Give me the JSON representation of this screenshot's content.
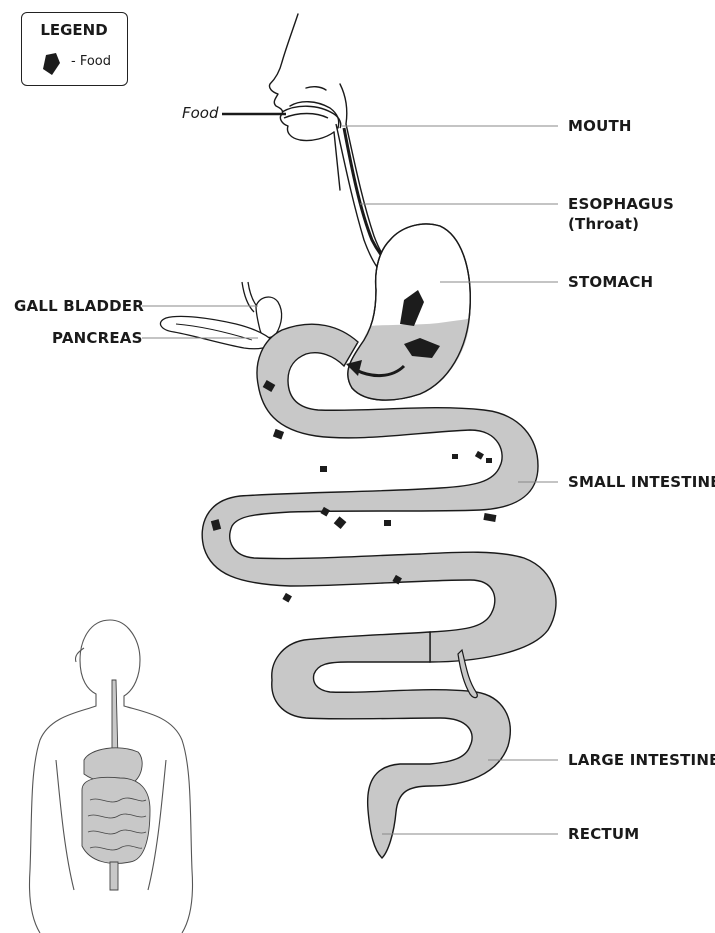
{
  "legend": {
    "title": "LEGEND",
    "item_label": "- Food",
    "item_icon": "food-piece-icon"
  },
  "food_input_label": "Food",
  "labels": {
    "mouth": "MOUTH",
    "esophagus": "ESOPHAGUS",
    "esophagus_sub": "(Throat)",
    "stomach": "STOMACH",
    "gall_bladder": "GALL BLADDER",
    "pancreas": "PANCREAS",
    "small_intestine": "SMALL INTESTINE",
    "large_intestine": "LARGE INTESTINE",
    "rectum": "RECTUM"
  },
  "colors": {
    "line": "#1a1a1a",
    "organ_fill": "#c8c8c8",
    "food": "#1c1c1c",
    "leader": "#888888"
  }
}
